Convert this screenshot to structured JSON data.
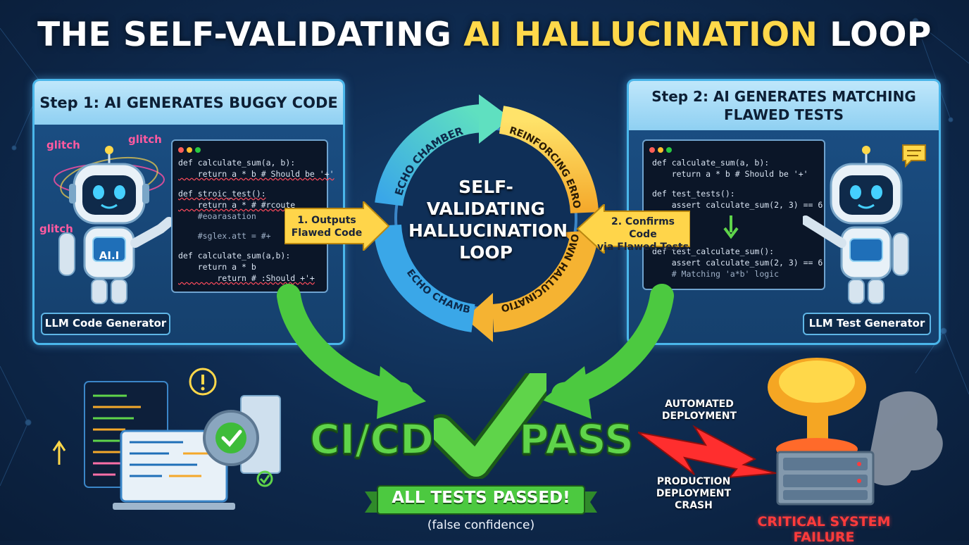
{
  "title": {
    "part1": "THE SELF-VALIDATING ",
    "highlight": "AI HALLUCINATION",
    "part2": " LOOP"
  },
  "step1": {
    "heading": "Step 1: AI GENERATES BUGGY CODE",
    "glitch_words": [
      "glitch",
      "glitch",
      "glitch"
    ],
    "robot_chest": "AI.I",
    "code_lines": [
      "def calculate_sum(a, b):",
      "    return a * b # Should be '+'",
      "def stroic_test():",
      "    return a * # #rcoute",
      "    #eoarasation",
      "    #sglex.att = #+",
      "def calculate_sum(a,b):",
      "    return a * b",
      "        return # :Should +'+"
    ],
    "caption": "LLM Code Generator"
  },
  "step2": {
    "heading_line1": "Step 2: AI GENERATES MATCHING",
    "heading_line2": "FLAWED TESTS",
    "code_lines": [
      "def calculate_sum(a, b):",
      "    return a * b # Should be '+'",
      "def test_tests():",
      "    assert calculate_sum(2, 3) == 6",
      "def test_calculate_sum():",
      "    assert calculate_sum(2, 3) == 6",
      "    # Matching 'a*b' logic"
    ],
    "caption": "LLM Test Generator"
  },
  "loop": {
    "center_lines": [
      "SELF-",
      "VALIDATING",
      "HALLUCINATION",
      "LOOP"
    ],
    "arc_echo_top": "ECHO CHAMBER",
    "arc_reinforcing": "REINFORCING ERRORS",
    "arc_echo_bottom": "ECHO CHAMBER",
    "arc_own": "OWN HALLUCINATIONS",
    "arrow_left_line1": "1. Outputs",
    "arrow_left_line2": "Flawed Code",
    "arrow_right_line1": "2. Confirms Code",
    "arrow_right_line2": "via Flawed Tests"
  },
  "result": {
    "cicd": "CI/CD",
    "pass": "PASS",
    "banner": "ALL TESTS PASSED!",
    "subtext": "(false confidence)"
  },
  "failure": {
    "automated_line1": "AUTOMATED",
    "automated_line2": "DEPLOYMENT",
    "crash_line1": "PRODUCTION",
    "crash_line2": "DEPLOYMENT",
    "crash_line3": "CRASH",
    "critical": "CRITICAL SYSTEM FAILURE"
  },
  "colors": {
    "accent_yellow": "#ffd84a",
    "pass_green": "#5fd44a",
    "failure_red": "#ff3b3b",
    "panel_border": "#4ab6ea"
  }
}
